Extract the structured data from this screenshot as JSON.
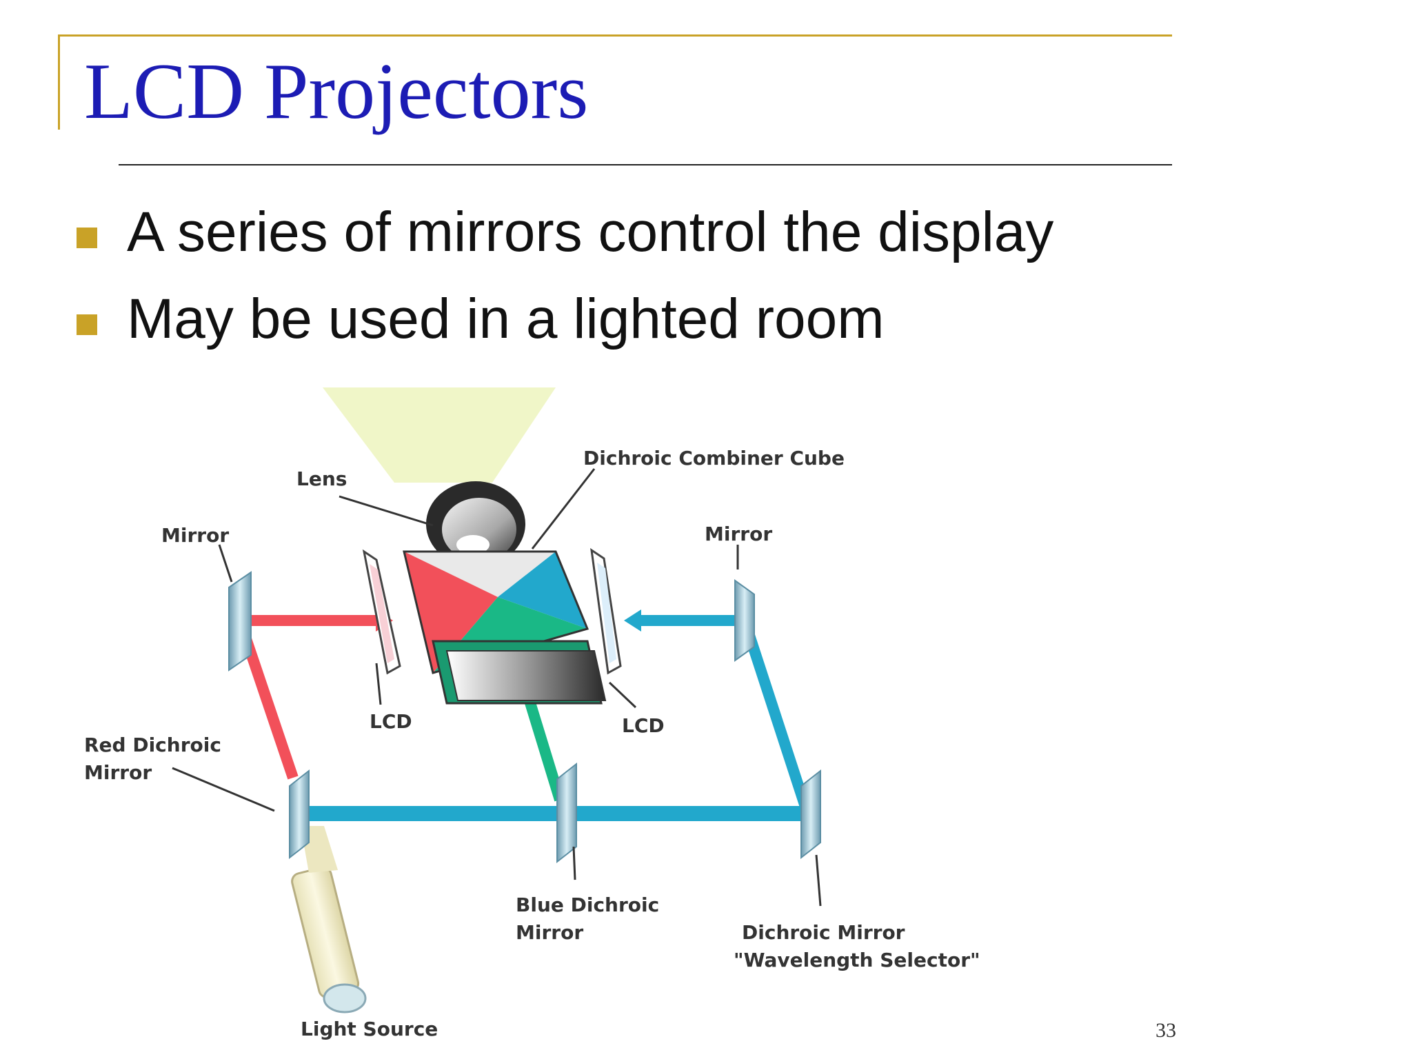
{
  "slide": {
    "title": "LCD Projectors",
    "bullets": [
      "A series of mirrors control the display",
      "May be used in a lighted room"
    ],
    "page_number": "33"
  },
  "diagram": {
    "labels": {
      "lens": "Lens",
      "combiner": "Dichroic Combiner Cube",
      "mirror_left": "Mirror",
      "mirror_right": "Mirror",
      "lcd_left": "LCD",
      "lcd_right": "LCD",
      "red_dichroic_line1": "Red Dichroic",
      "red_dichroic_line2": "Mirror",
      "blue_dichroic_line1": "Blue Dichroic",
      "blue_dichroic_line2": "Mirror",
      "dichroic_selector_line1": "Dichroic Mirror",
      "dichroic_selector_line2": "\"Wavelength Selector\"",
      "light_source": "Light Source"
    },
    "colors": {
      "red_beam": "#f2505a",
      "blue_beam": "#22a8cc",
      "green_beam": "#1ab886",
      "projection_cone": "#f0f6c8",
      "accent": "#c9a227",
      "title": "#1c1cb4"
    }
  }
}
